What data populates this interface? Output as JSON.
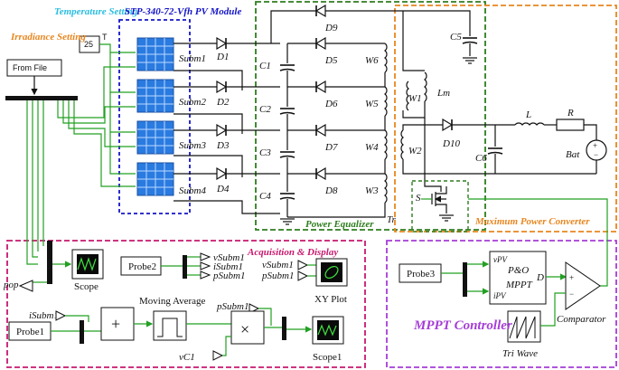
{
  "labels": {
    "temperature": "Temperature Setting",
    "temperature_value": "25",
    "temperature_port": "T",
    "irradiance": "Irradiance Setting",
    "from_file": "From File",
    "pv_module": "STP-340-72-Vfh PV Module",
    "subm1": "Subm1",
    "subm2": "Subm2",
    "subm3": "Subm3",
    "subm4": "Subm4",
    "d1": "D1",
    "d2": "D2",
    "d3": "D3",
    "d4": "D4",
    "d5": "D5",
    "d6": "D6",
    "d7": "D7",
    "d8": "D8",
    "d9": "D9",
    "d10": "D10",
    "c1": "C1",
    "c2": "C2",
    "c3": "C3",
    "c4": "C4",
    "c5": "C5",
    "c6": "C6",
    "w1": "W1",
    "w2": "W2",
    "w3": "W3",
    "w4": "W4",
    "w5": "W5",
    "w6": "W6",
    "lm": "Lm",
    "l": "L",
    "r": "R",
    "bat": "Bat",
    "s": "S",
    "tr": "Tr",
    "power_equalizer": "Power Equalizer",
    "max_power_converter": "Maximum Power Converter",
    "acq_display": "Acquisition & Display",
    "mppt_controller": "MPPT Controller",
    "pop": "pop",
    "scope": "Scope",
    "probe2": "Probe2",
    "v_subm1": "vSubm1",
    "i_subm1": "iSubm1",
    "p_subm1": "pSubm1",
    "xy_v": "vSubm1",
    "xy_p": "pSubm1",
    "xy_plot": "XY Plot",
    "moving_average": "Moving Average",
    "i_subm1_in": "iSubm1",
    "p_subm1_out": "pSubm1",
    "probe1": "Probe1",
    "vc1": "vC1",
    "scope1": "Scope1",
    "probe3": "Probe3",
    "vpv": "vPV",
    "ipv": "iPV",
    "po": "P&O",
    "mppt": "MPPT",
    "d_out": "D",
    "comparator": "Comparator",
    "tri_wave": "Tri Wave"
  },
  "colors": {
    "pv_box": "#1515c8",
    "equalizer_box": "#2e7d1e",
    "converter_box": "#e8861f",
    "acquisition_box": "#c8186e",
    "mppt_box": "#a53dd6",
    "signal_wire": "#22a022",
    "pv_cell": "#2a7be0"
  }
}
